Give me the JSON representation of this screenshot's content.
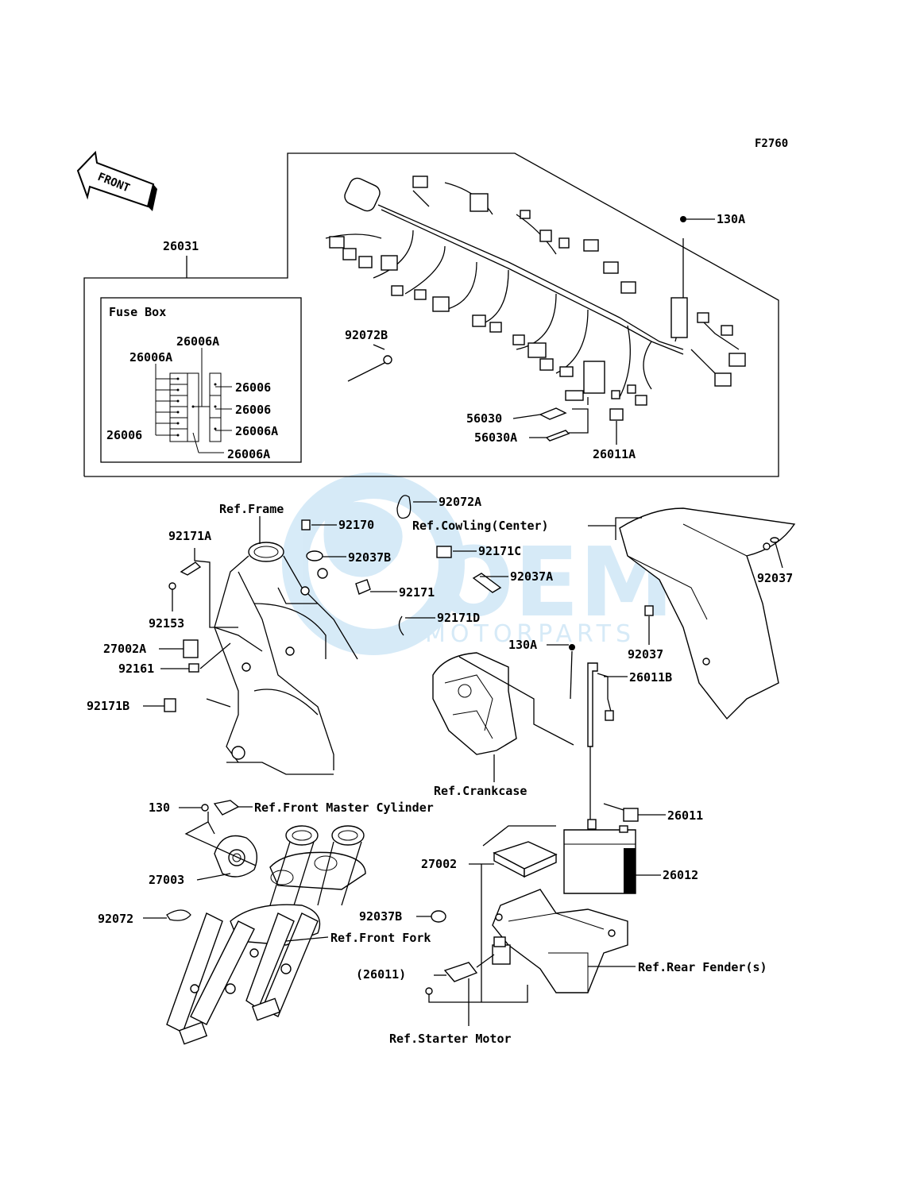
{
  "figure_code": "F2760",
  "front_arrow_label": "FRONT",
  "watermark": {
    "brand": "OEM",
    "sub": "MOTORPARTS"
  },
  "fuse_box": {
    "title": "Fuse Box",
    "labels": [
      "26006A",
      "26006A",
      "26006",
      "26006",
      "26006",
      "26006A",
      "26006A"
    ]
  },
  "callouts": {
    "harness": "26031",
    "bolt_130A_top": "130A",
    "clamp_92072B": "92072B",
    "cover_56030": "56030",
    "cover_56030A": "56030A",
    "connector_26011A": "26011A",
    "ref_frame": "Ref.Frame",
    "band_92072A": "92072A",
    "clamp_92170": "92170",
    "clamp_92037B_top": "92037B",
    "clamp_92171C": "92171C",
    "clamp_92037A": "92037A",
    "clamp_92171": "92171",
    "clamp_92171D": "92171D",
    "clamp_92171A": "92171A",
    "bolt_92153": "92153",
    "relay_27002A": "27002A",
    "damper_92161": "92161",
    "clamp_92171B": "92171B",
    "ref_cowling": "Ref.Cowling(Center)",
    "clamp_92037_top": "92037",
    "clamp_92037_bottom": "92037",
    "bolt_130A_mid": "130A",
    "lead_26011B": "26011B",
    "ref_crankcase": "Ref.Crankcase",
    "bolt_130": "130",
    "ref_front_master": "Ref.Front Master Cylinder",
    "horn_27003": "27003",
    "band_92072": "92072",
    "ref_front_fork": "Ref.Front Fork",
    "lead_26011": "26011",
    "ecu_27002": "27002",
    "battery_26012": "26012",
    "clamp_92037B_bottom": "92037B",
    "relay_26011_paren": "(26011)",
    "ref_rear_fender": "Ref.Rear Fender(s)",
    "ref_starter": "Ref.Starter Motor"
  }
}
